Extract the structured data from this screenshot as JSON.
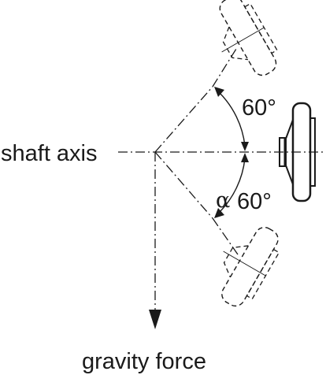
{
  "labels": {
    "shaft_axis": "shaft axis",
    "gravity_force": "gravity force",
    "angle_upper": "60°",
    "angle_lower": "60°",
    "alpha": "α"
  }
}
